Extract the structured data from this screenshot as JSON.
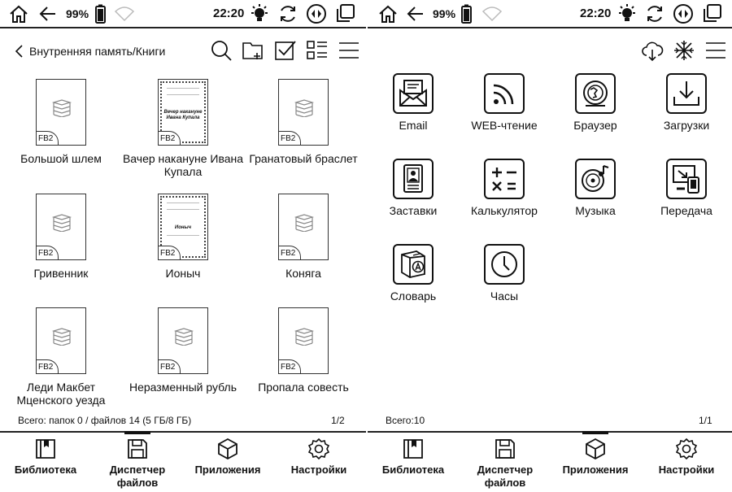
{
  "left": {
    "status": {
      "battery": "99%",
      "time": "22:20"
    },
    "breadcrumb": "Внутренняя память/Книги",
    "books": [
      {
        "title": "Большой шлем",
        "badge": "FB2"
      },
      {
        "title": "Вачер накануне Ивана Купала",
        "badge": "FB2",
        "cover_title": "Вечер накануне Ивана Купала"
      },
      {
        "title": "Гранатовый браслет",
        "badge": "FB2"
      },
      {
        "title": "Гривенник",
        "badge": "FB2"
      },
      {
        "title": "Ионыч",
        "badge": "FB2",
        "cover_title": "Ионыч"
      },
      {
        "title": "Коняга",
        "badge": "FB2"
      },
      {
        "title": "Леди Макбет Мценского уезда",
        "badge": "FB2"
      },
      {
        "title": "Неразменный рубль",
        "badge": "FB2"
      },
      {
        "title": "Пропала совесть",
        "badge": "FB2"
      }
    ],
    "footer": {
      "summary": "Всего: папок 0 / файлов 14 (5 ГБ/8 ГБ)",
      "page": "1/2"
    }
  },
  "right": {
    "status": {
      "battery": "99%",
      "time": "22:20"
    },
    "apps": [
      {
        "label": "Email",
        "icon": "email-icon"
      },
      {
        "label": "WEB-чтение",
        "icon": "rss-icon"
      },
      {
        "label": "Браузер",
        "icon": "browser-icon"
      },
      {
        "label": "Загрузки",
        "icon": "download-icon"
      },
      {
        "label": "Заставки",
        "icon": "screensaver-icon"
      },
      {
        "label": "Калькулятор",
        "icon": "calculator-icon"
      },
      {
        "label": "Музыка",
        "icon": "music-icon"
      },
      {
        "label": "Передача",
        "icon": "transfer-icon"
      },
      {
        "label": "Словарь",
        "icon": "dictionary-icon"
      },
      {
        "label": "Часы",
        "icon": "clock-icon"
      }
    ],
    "footer": {
      "summary": "Всего:10",
      "page": "1/1"
    }
  },
  "nav": {
    "library": "Библиотека",
    "files_line1": "Диспетчер",
    "files_line2": "файлов",
    "apps": "Приложения",
    "settings": "Настройки"
  }
}
